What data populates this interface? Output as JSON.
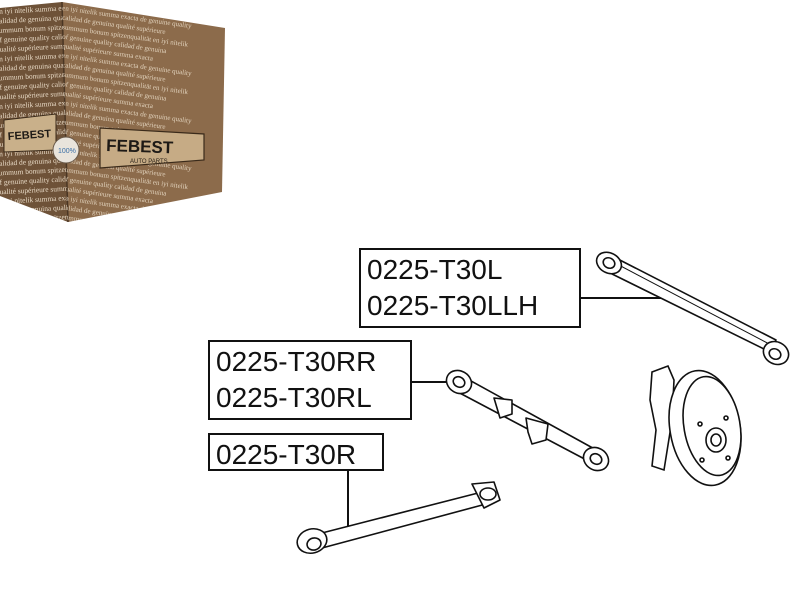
{
  "box": {
    "brand": "FEBEST",
    "brand_sub": "AUTO PARTS",
    "side_brand": "FEBEST",
    "badge": "100%",
    "pattern_lines": [
      "en iyi nitelik summa exacta de genuine quality",
      "calidad de genuina qualité supérieure",
      "summum bonum spitzenqualität en iyi nitelik",
      "of genuine quality calidad de genuina",
      "qualité supérieure summa exacta"
    ]
  },
  "labels": {
    "group_l": [
      "0225-T30L",
      "0225-T30LLH"
    ],
    "group_rr": [
      "0225-T30RR",
      "0225-T30RL"
    ],
    "group_r": [
      "0225-T30R"
    ]
  },
  "colors": {
    "box_face": "#8a6a4a",
    "box_dark": "#6b4f35",
    "line": "#111111"
  }
}
